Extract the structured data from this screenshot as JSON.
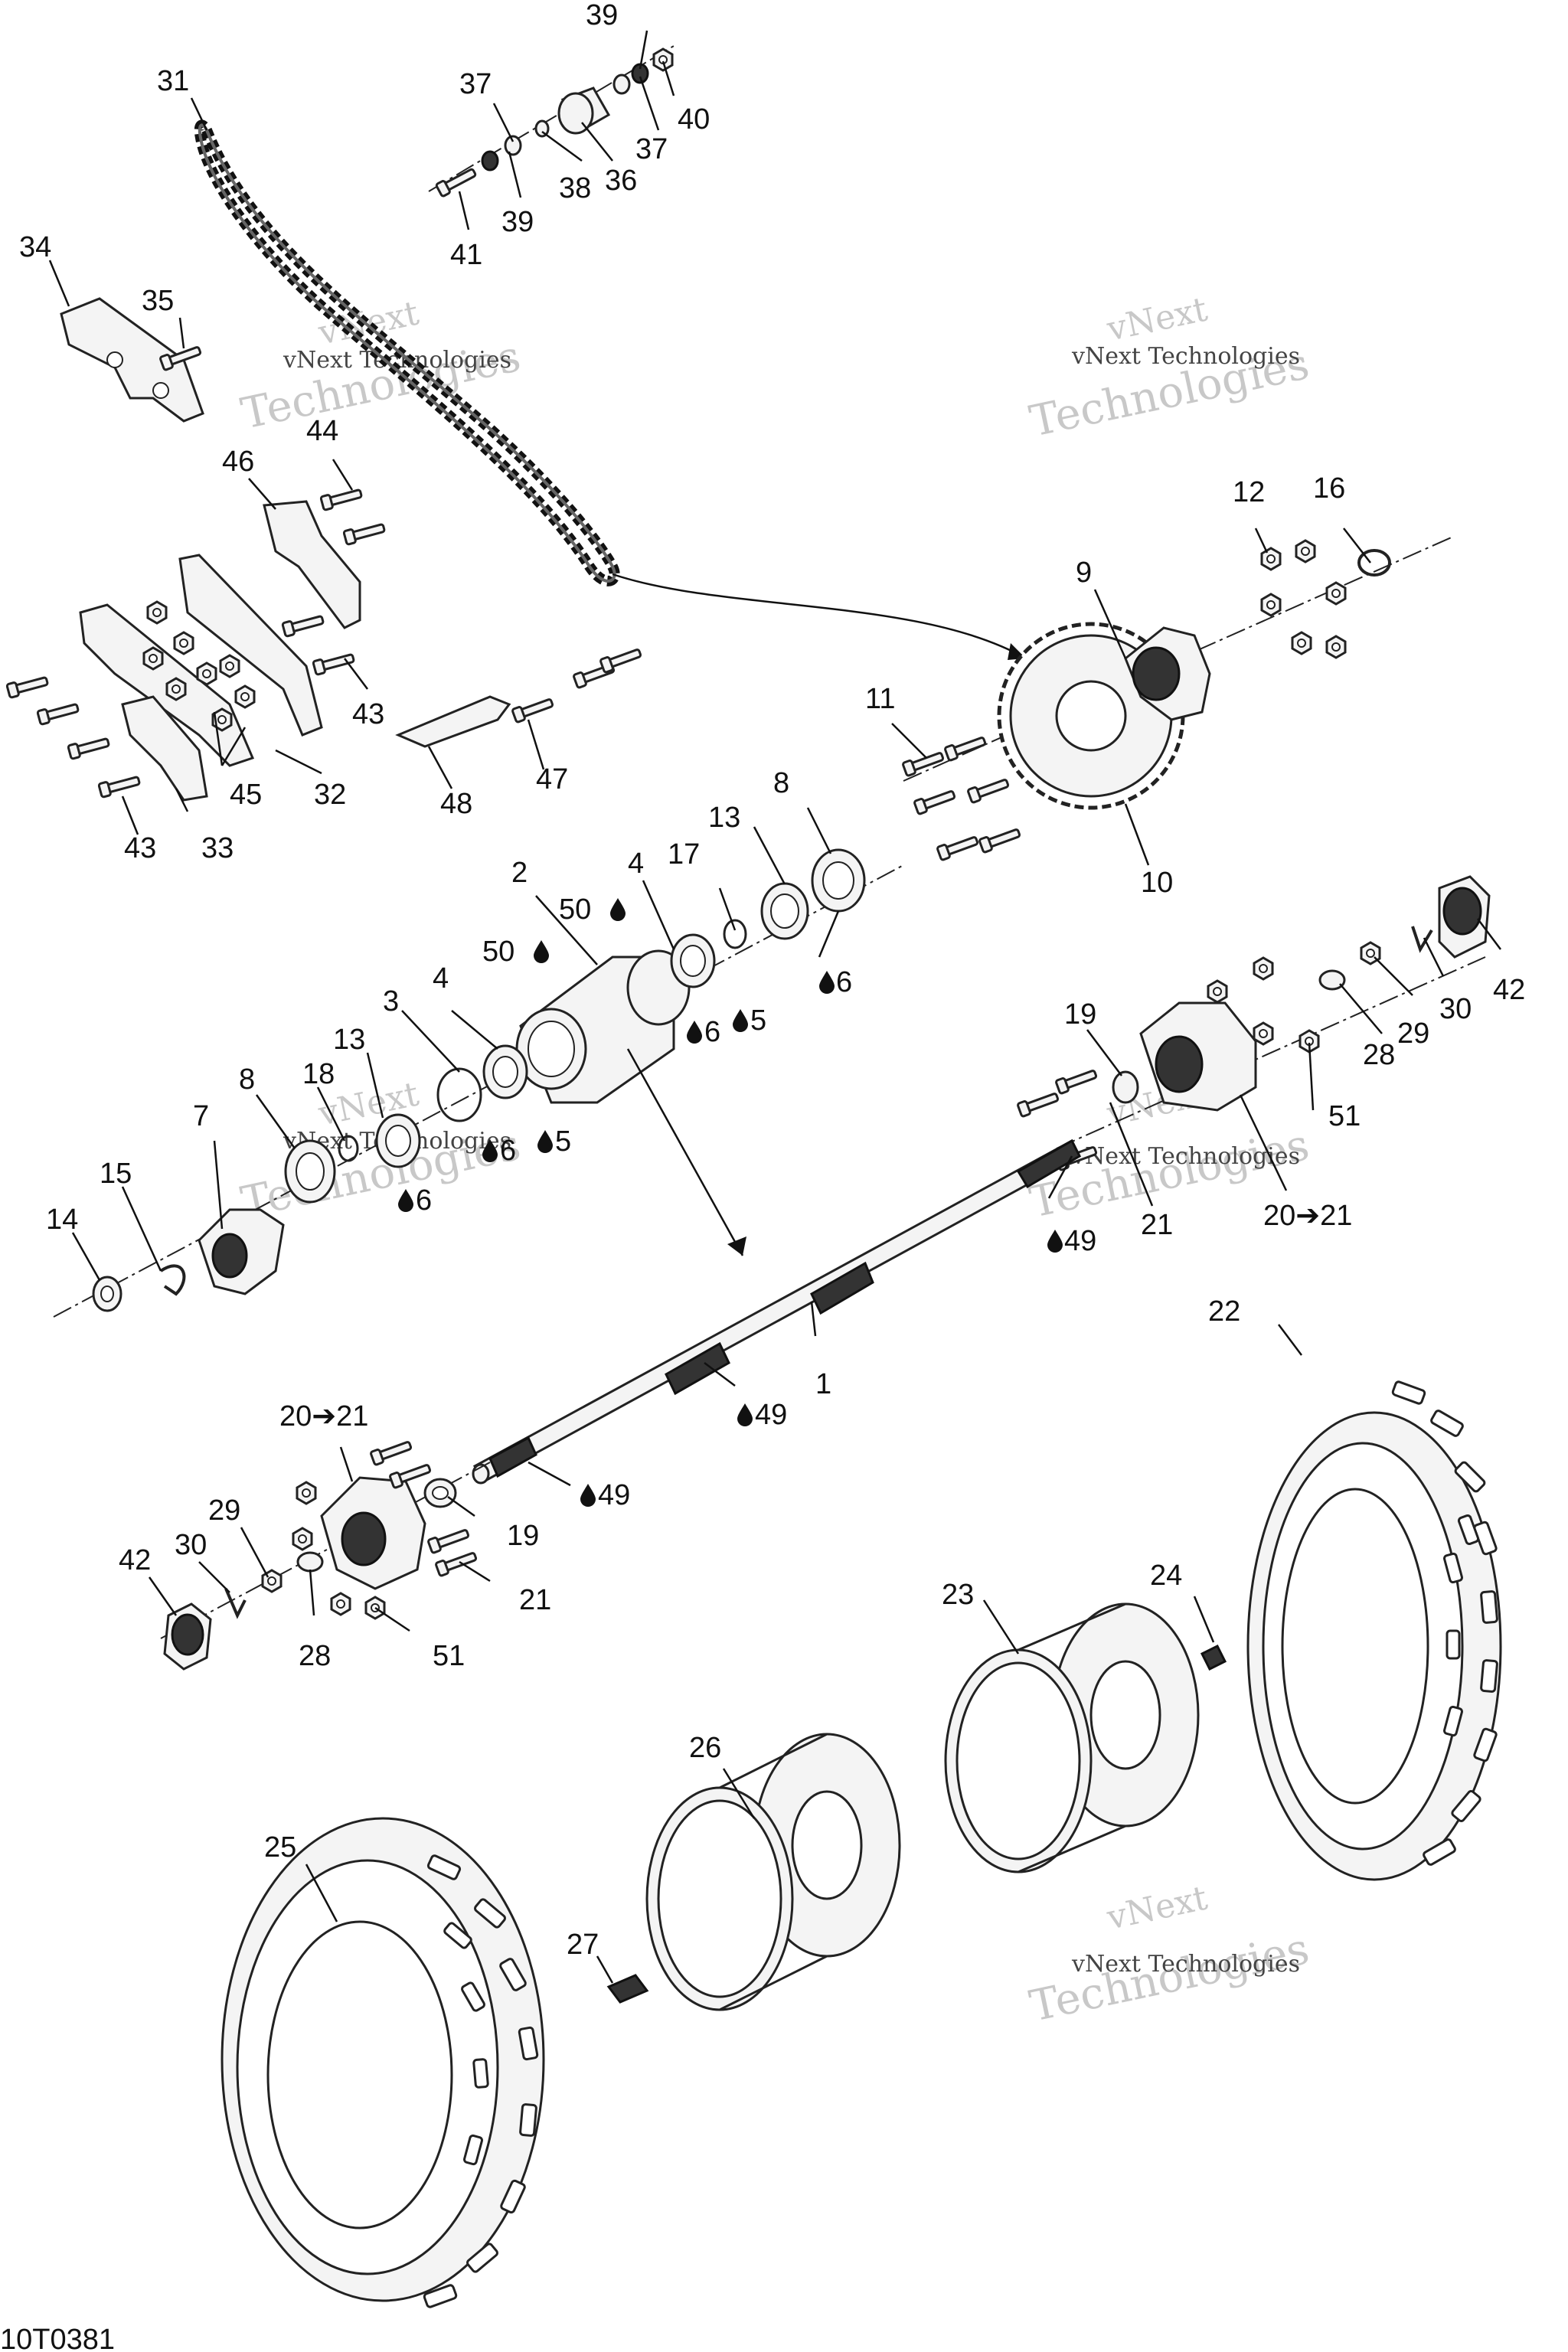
{
  "watermark": {
    "line1": "vNext Technologies",
    "line2": "vNext",
    "line3": "Technologies"
  },
  "drawing_id": "10T0381",
  "labels": {
    "p1": "1",
    "p2": "2",
    "p3": "3",
    "p4a": "4",
    "p4b": "4",
    "p5a": "5",
    "p5b": "5",
    "p6a": "6",
    "p6b": "6",
    "p6c": "6",
    "p6d": "6",
    "p7": "7",
    "p8a": "8",
    "p8b": "8",
    "p9": "9",
    "p10": "10",
    "p11": "11",
    "p12": "12",
    "p13a": "13",
    "p13b": "13",
    "p14": "14",
    "p15": "15",
    "p16": "16",
    "p17": "17",
    "p18": "18",
    "p19a": "19",
    "p19b": "19",
    "p20a": "20➔21",
    "p20b": "20➔21",
    "p21a": "21",
    "p21b": "21",
    "p22": "22",
    "p23": "23",
    "p24": "24",
    "p25": "25",
    "p26": "26",
    "p27": "27",
    "p28a": "28",
    "p28b": "28",
    "p29a": "29",
    "p29b": "29",
    "p30a": "30",
    "p30b": "30",
    "p31": "31",
    "p32": "32",
    "p33": "33",
    "p34": "34",
    "p35": "35",
    "p36": "36",
    "p37a": "37",
    "p37b": "37",
    "p38": "38",
    "p39a": "39",
    "p39b": "39",
    "p40": "40",
    "p41": "41",
    "p42a": "42",
    "p42b": "42",
    "p43a": "43",
    "p43b": "43",
    "p44": "44",
    "p45": "45",
    "p46": "46",
    "p47": "47",
    "p48": "48",
    "p49a": "49",
    "p49b": "49",
    "p49c": "49",
    "p50a": "50",
    "p50b": "50",
    "p51a": "51",
    "p51b": "51"
  },
  "icons": {
    "lubricant": "oil-drop-icon",
    "replace": "arrow-right-icon"
  }
}
